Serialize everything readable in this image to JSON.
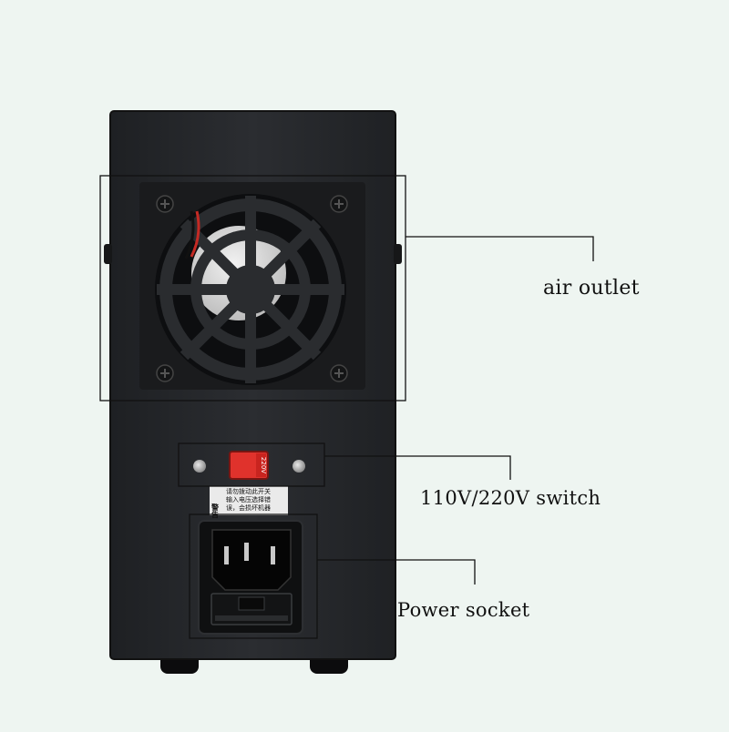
{
  "annotations": {
    "air_outlet": "air outlet",
    "voltage_switch": "110V/220V switch",
    "power_socket": "Power socket"
  },
  "switch_marking": "220V",
  "warning_sticker": {
    "heading": "警告",
    "line1": "请勿拨动此开关",
    "line2": "输入电压选择错",
    "line3": "误，会损坏机器"
  },
  "colors": {
    "background": "#eef5f1",
    "enclosure": "#26282b",
    "switch_red": "#e0322c",
    "callout_line": "#111111"
  }
}
